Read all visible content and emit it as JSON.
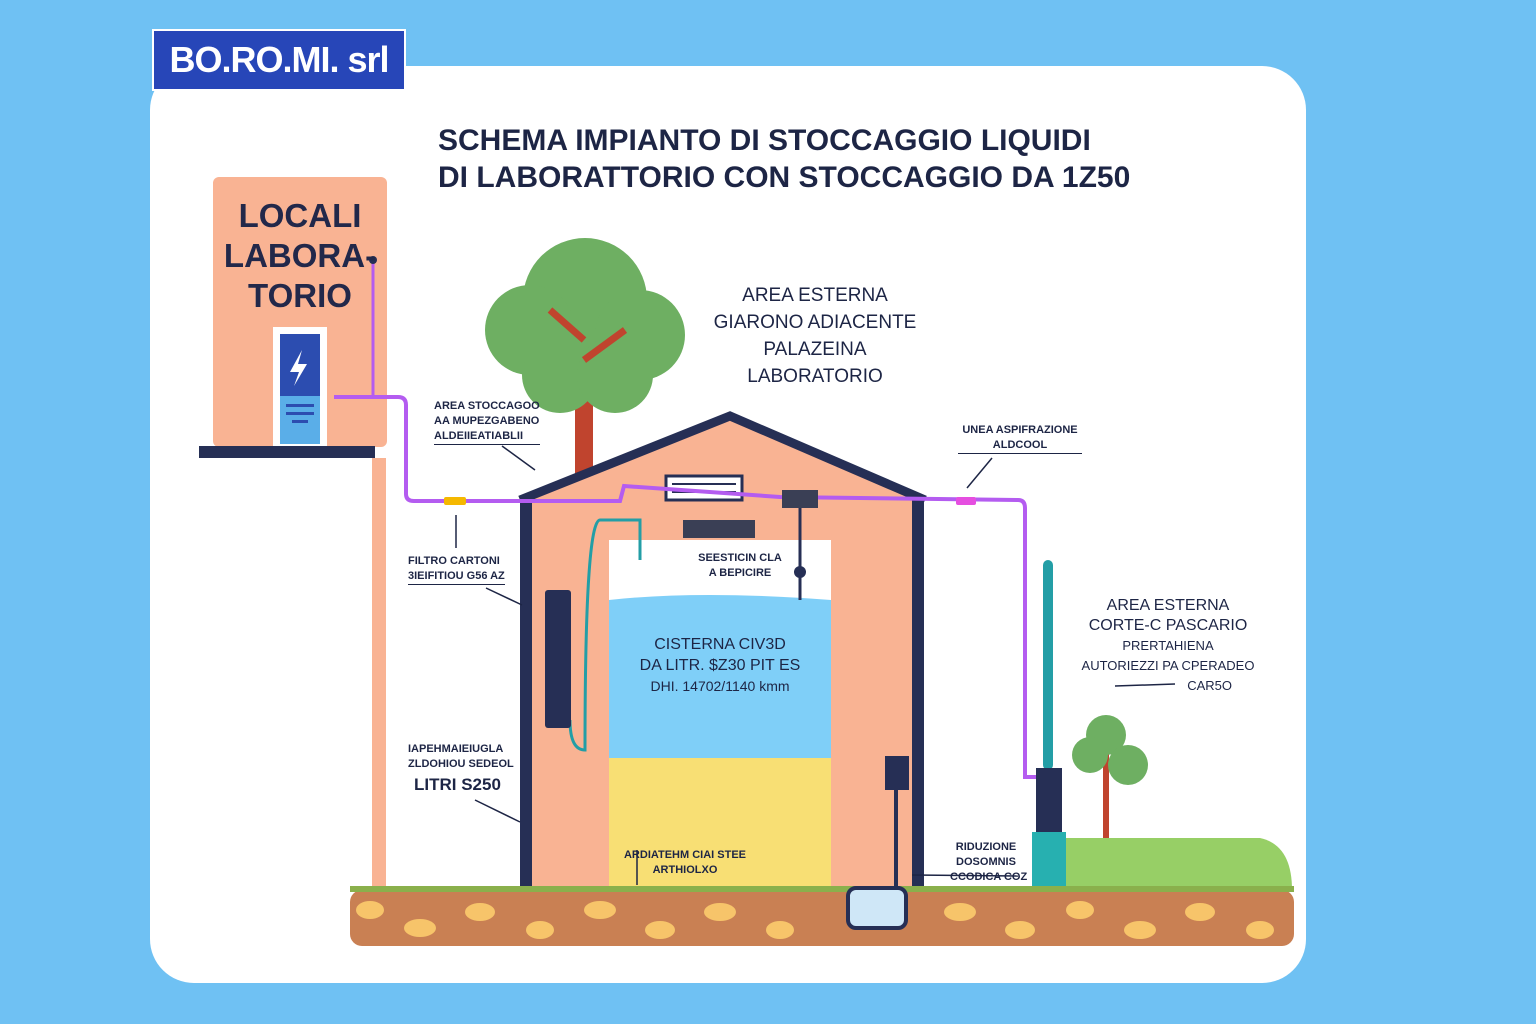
{
  "logo": "BO.RO.MI. srl",
  "title": {
    "line1": "SCHEMA IMPIANTO DI STOCCAGGIO LIQUIDI",
    "line2": "DI LABORATTORIO CON STOCCAGGIO DA 1Z50"
  },
  "lab_building": {
    "line1": "LOCALI",
    "line2": "LABORA-",
    "line3": "TORIO"
  },
  "area_garden": {
    "line1": "AREA ESTERNA",
    "line2": "GIARONO ADIACENTE",
    "line3": "PALAZEINA",
    "line4": "LABORATORIO"
  },
  "storage_note": {
    "line1": "AREA STOCCAGOO",
    "line2": "AA MUPEZGABENO",
    "line3": "ALDEIIEATIABLII"
  },
  "filter_note": {
    "line1": "FILTRO CARTONI",
    "line2": "3IEIFITIOU G56 AZ"
  },
  "capacity_note": {
    "line1": "IAPEHMAIEIUGLA",
    "line2": "ZLDOHIOU SEDEOL",
    "line3": "LITRI S250"
  },
  "tank_top_note": {
    "line1": "SEESTICIN CLA",
    "line2": "A BEPICIRE"
  },
  "tank": {
    "line1": "CISTERNA CIV3D",
    "line2": "DA LITR. $Z30 PIT ES",
    "line3": "DHI. 14702/1140 kmm"
  },
  "tank_bottom_note": {
    "line1": "ARDIATEHM CIAI STEE",
    "line2": "ARTHIOLXO"
  },
  "suction_note": {
    "line1": "UNEA ASPIFRAZIONE",
    "line2": "ALDCOOL"
  },
  "reduction_note": {
    "line1": "RIDUZIONE",
    "line2": "DOSOMNIS",
    "line3": "CCODICA COZ"
  },
  "area_court": {
    "line1": "AREA ESTERNA",
    "line2": "CORTE-C PASCARIO",
    "line3": "PRERTAHIENA",
    "line4": "AUTORIEZZI PA CPERADEO",
    "line5": "CAR5O"
  },
  "colors": {
    "background": "#6fc1f3",
    "logo": "#2746b8",
    "building": "#f9b393",
    "pipe": "#b45cf0",
    "water": "#7fcff8",
    "liquid": "#f8df74",
    "outline": "#262f55"
  }
}
